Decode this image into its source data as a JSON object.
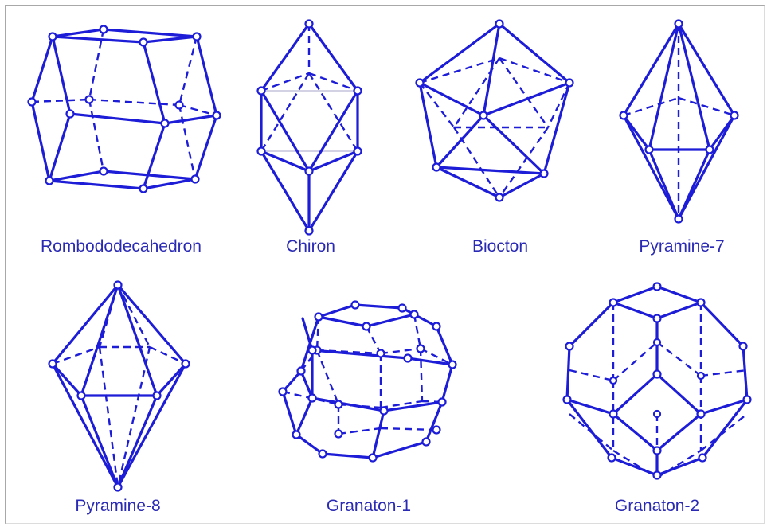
{
  "polyhedra": [
    {
      "id": "rombododecahedron",
      "label": "Rombododecahedron"
    },
    {
      "id": "chiron",
      "label": "Chiron"
    },
    {
      "id": "biocton",
      "label": "Biocton"
    },
    {
      "id": "pyramine-7",
      "label": "Pyramine-7"
    },
    {
      "id": "pyramine-8",
      "label": "Pyramine-8"
    },
    {
      "id": "granaton-1",
      "label": "Granaton-1"
    },
    {
      "id": "granaton-2",
      "label": "Granaton-2"
    }
  ],
  "colors": {
    "edge": "#1d1dd8",
    "label": "#2a2ab4",
    "hidden_helper": "#c4c4dc"
  }
}
